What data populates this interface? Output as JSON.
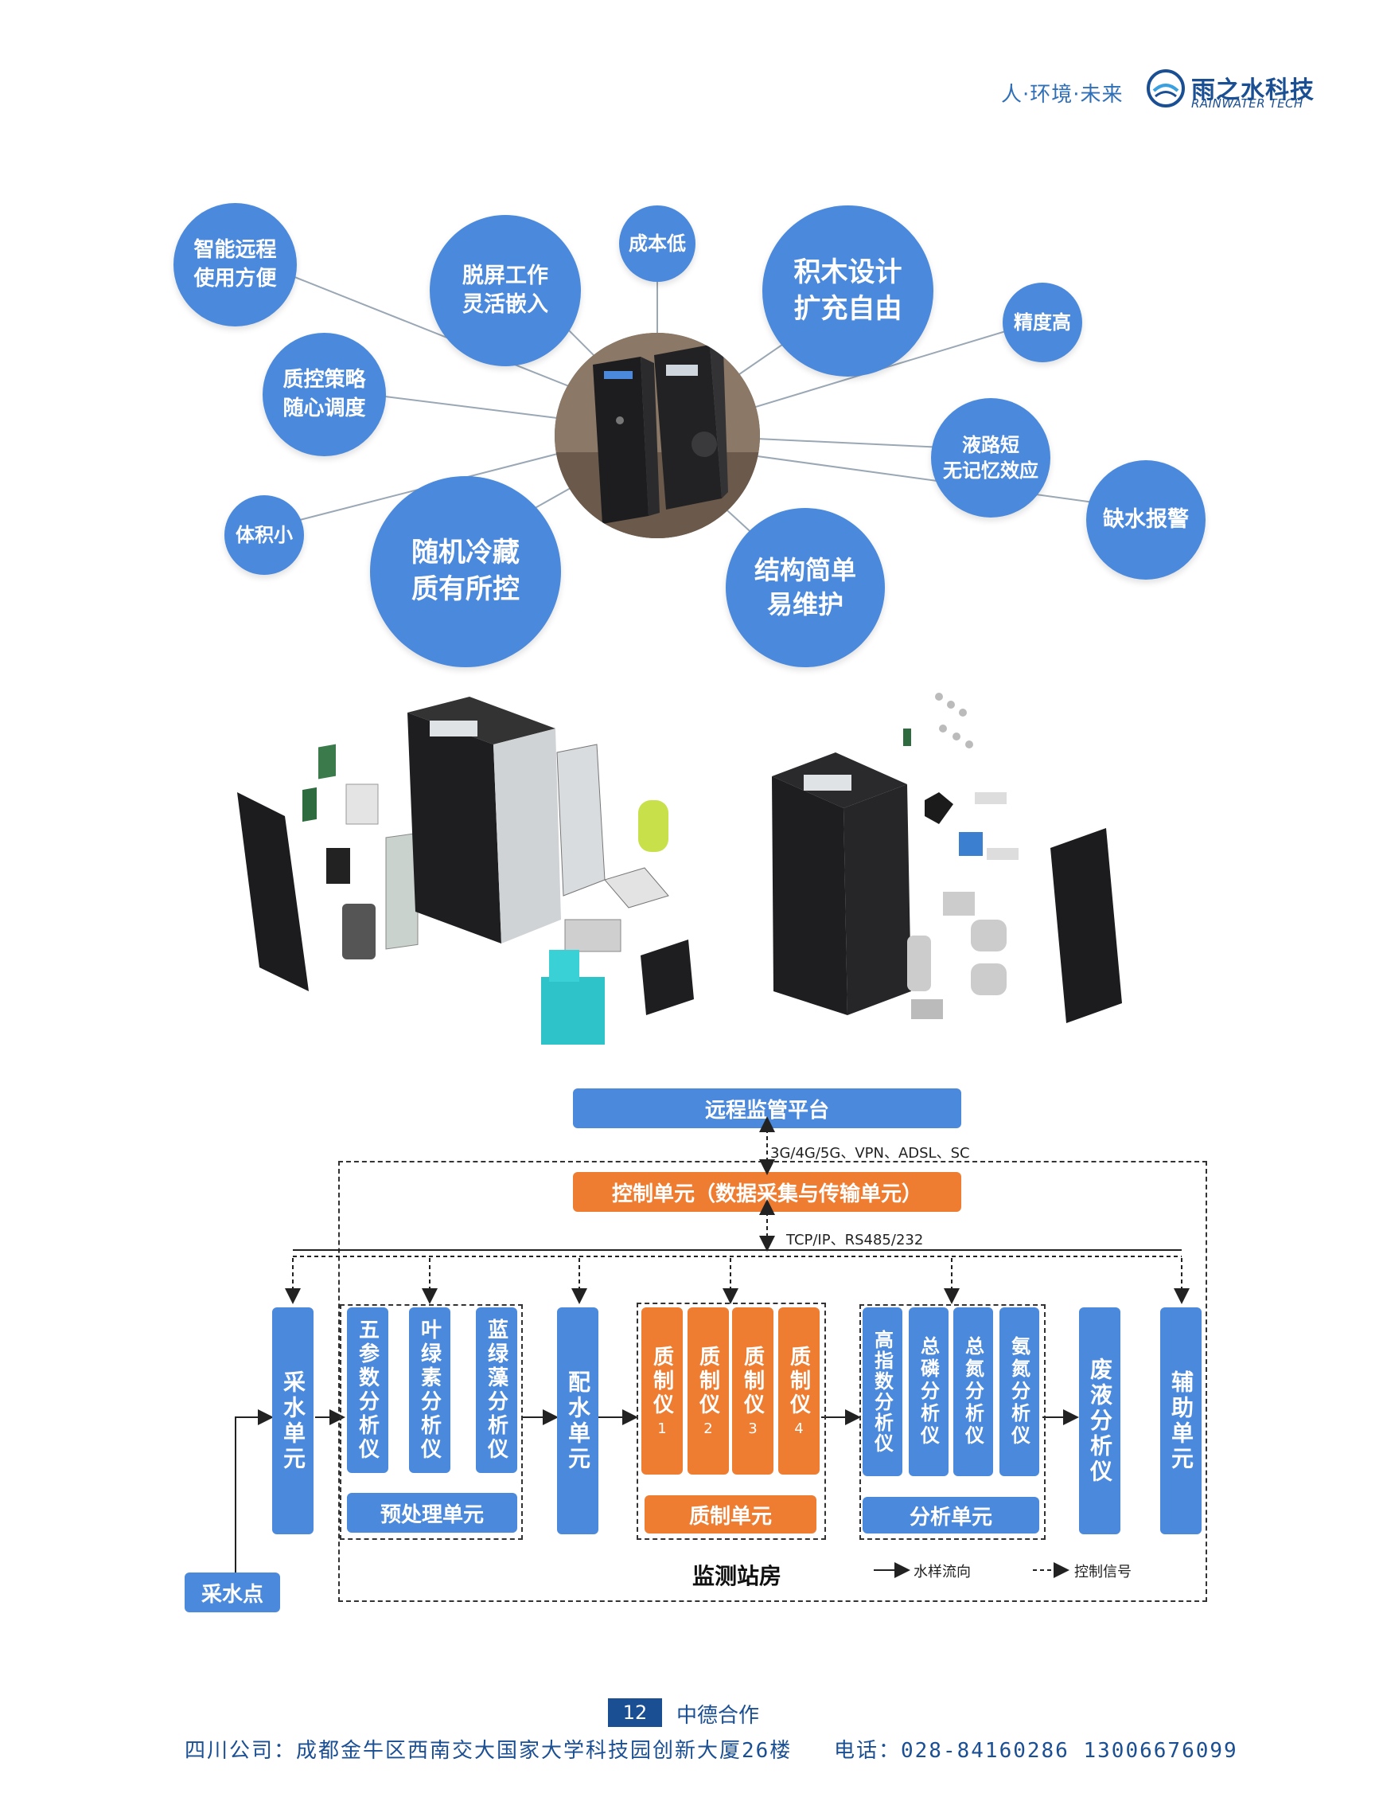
{
  "header": {
    "slogan": "人·环境·未来",
    "logo_cn": "雨之水科技",
    "logo_en": "RAINWATER TECH"
  },
  "features": [
    "智能远程\n使用方便",
    "脱屏工作\n灵活嵌入",
    "成本低",
    "积木设计\n扩充自由",
    "精度高",
    "质控策略\n随心调度",
    "液路短\n无记忆效应",
    "缺水报警",
    "体积小",
    "随机冷藏\n质有所控",
    "结构简单\n易维护"
  ],
  "diagram": {
    "platform": "远程监管平台",
    "network": "3G/4G/5G、VPN、ADSL、SC",
    "control": "控制单元（数据采集与传输单元）",
    "bus": "TCP/IP、RS485/232",
    "sampling_unit": "采水单元",
    "pre_instruments": [
      "五参数分析仪",
      "叶绿素分析仪",
      "蓝绿藻分析仪"
    ],
    "pre_unit": "预处理单元",
    "mixing_unit": "配水单元",
    "qc_instruments": [
      {
        "name": "质制仪",
        "num": "1"
      },
      {
        "name": "质制仪",
        "num": "2"
      },
      {
        "name": "质制仪",
        "num": "3"
      },
      {
        "name": "质制仪",
        "num": "4"
      }
    ],
    "qc_unit": "质制单元",
    "analyzers": [
      "高指数分析仪",
      "总磷分析仪",
      "总氮分析仪",
      "氨氮分析仪"
    ],
    "analysis_unit": "分析单元",
    "waste": "废液分析仪",
    "aux": "辅助单元",
    "sampling_point": "采水点",
    "station": "监测站房",
    "legend_flow": "水样流向",
    "legend_signal": "控制信号"
  },
  "footer": {
    "page": "12",
    "title": "中德合作",
    "address": "四川公司：成都金牛区西南交大国家大学科技园创新大厦26楼",
    "phone": "电话：028-84160286  13006676099"
  },
  "colors": {
    "blue": "#4a89dc",
    "orange": "#ee7d31",
    "navy": "#1b4f93"
  }
}
